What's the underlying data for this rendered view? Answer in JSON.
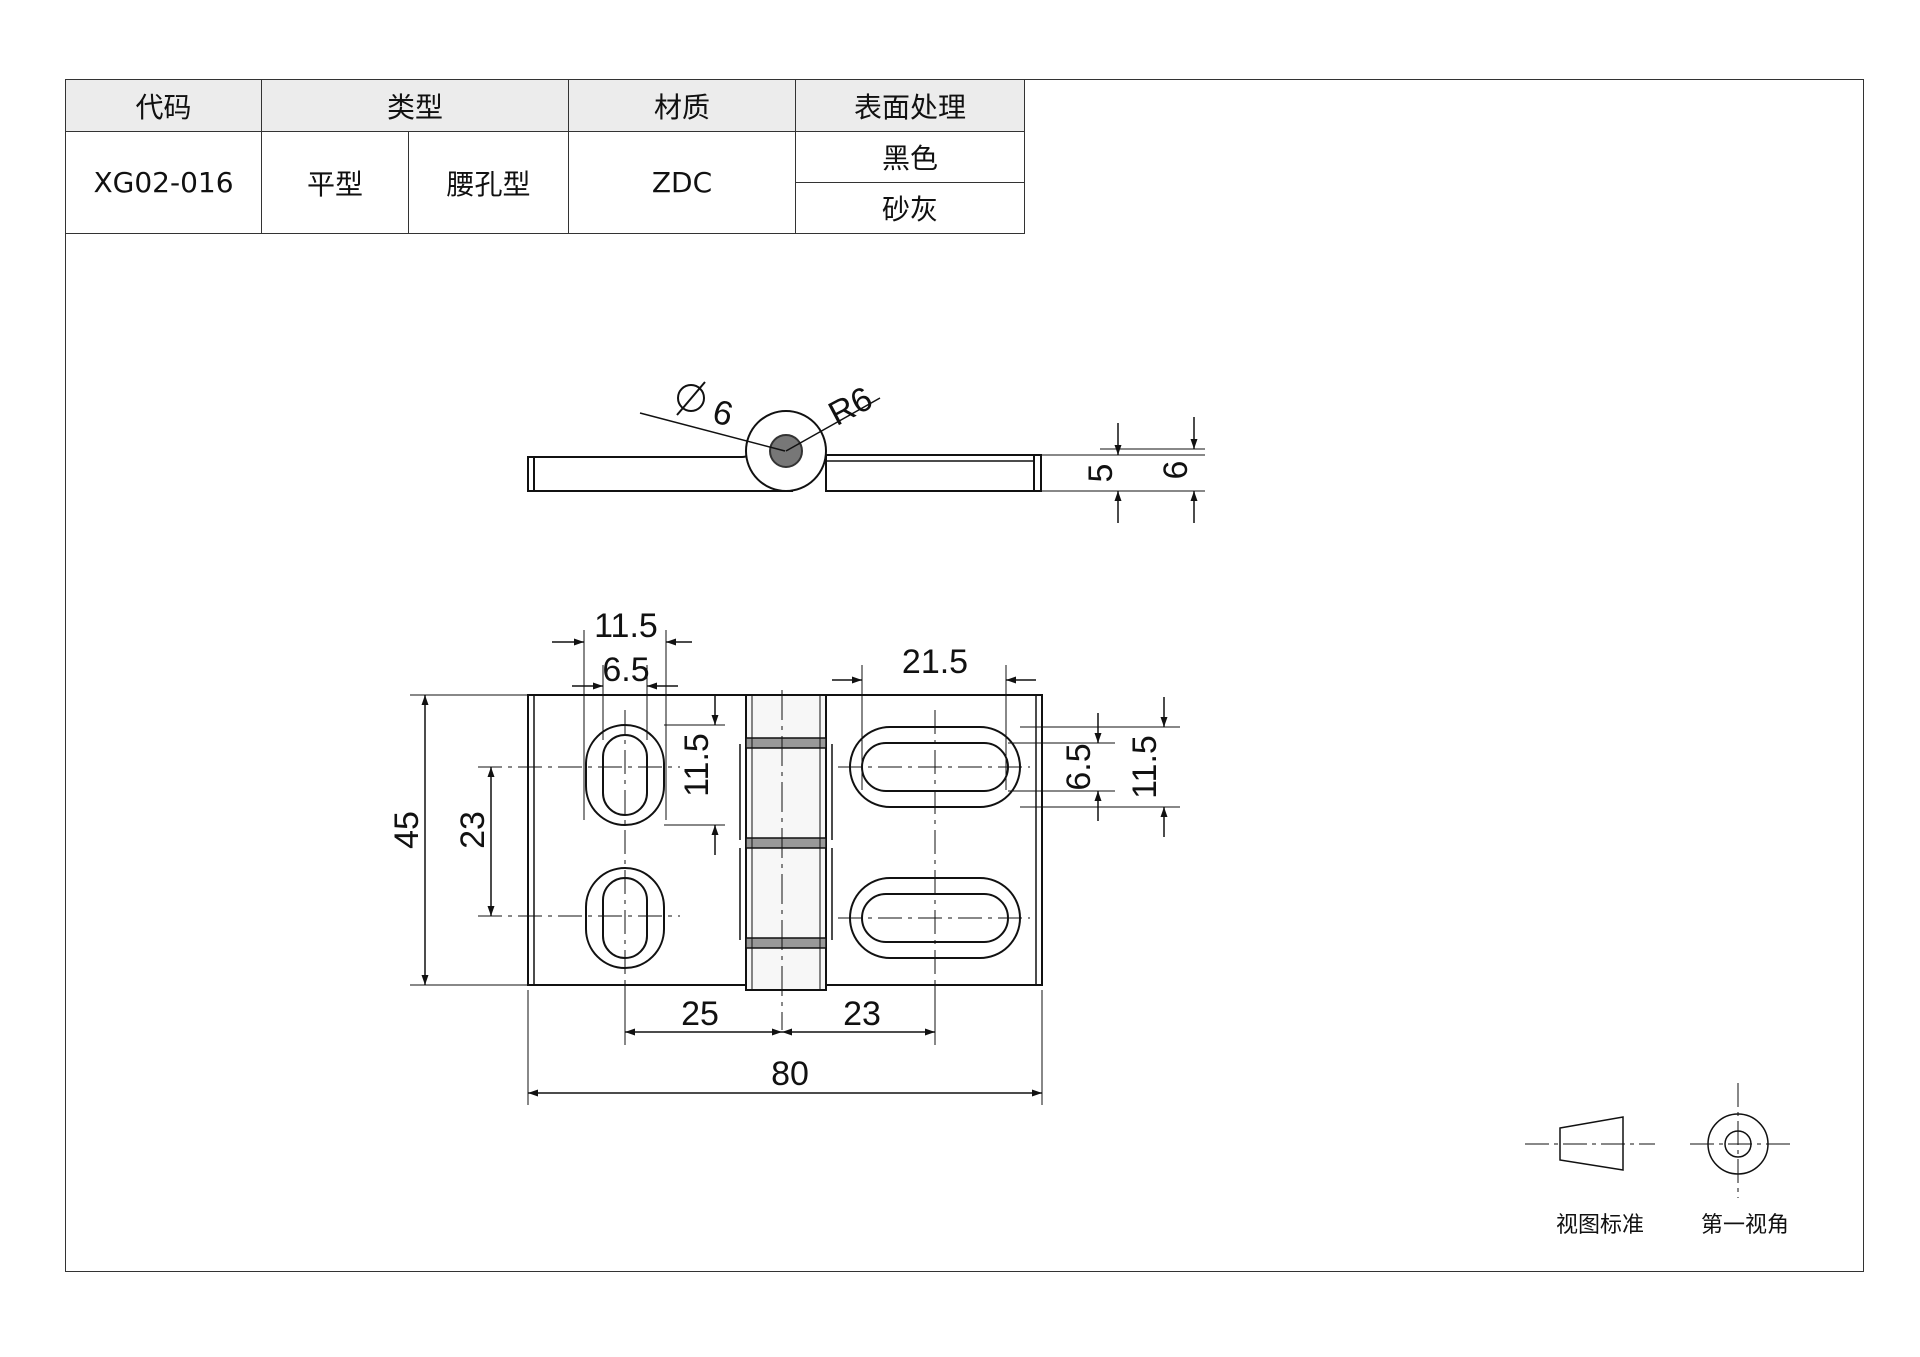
{
  "table": {
    "headers": {
      "code": "代码",
      "type": "类型",
      "material": "材质",
      "finish": "表面处理"
    },
    "row": {
      "code": "XG02-016",
      "type_a": "平型",
      "type_b": "腰孔型",
      "material": "ZDC"
    },
    "finishes": [
      "黑色",
      "砂灰"
    ]
  },
  "dims": {
    "dia": "6",
    "radius": "R6",
    "thick_5": "5",
    "thick_6": "6",
    "slot_len_left": "11.5",
    "slot_w_left": "6.5",
    "slot_h_left": "11.5",
    "slot_len_right": "21.5",
    "slot_w_right": "6.5",
    "slot_h_right": "11.5",
    "height": "45",
    "pitch": "23",
    "left_offset": "25",
    "right_offset": "23",
    "width": "80"
  },
  "symbols": {
    "view_standard": "视图标准",
    "first_angle": "第一视角"
  }
}
